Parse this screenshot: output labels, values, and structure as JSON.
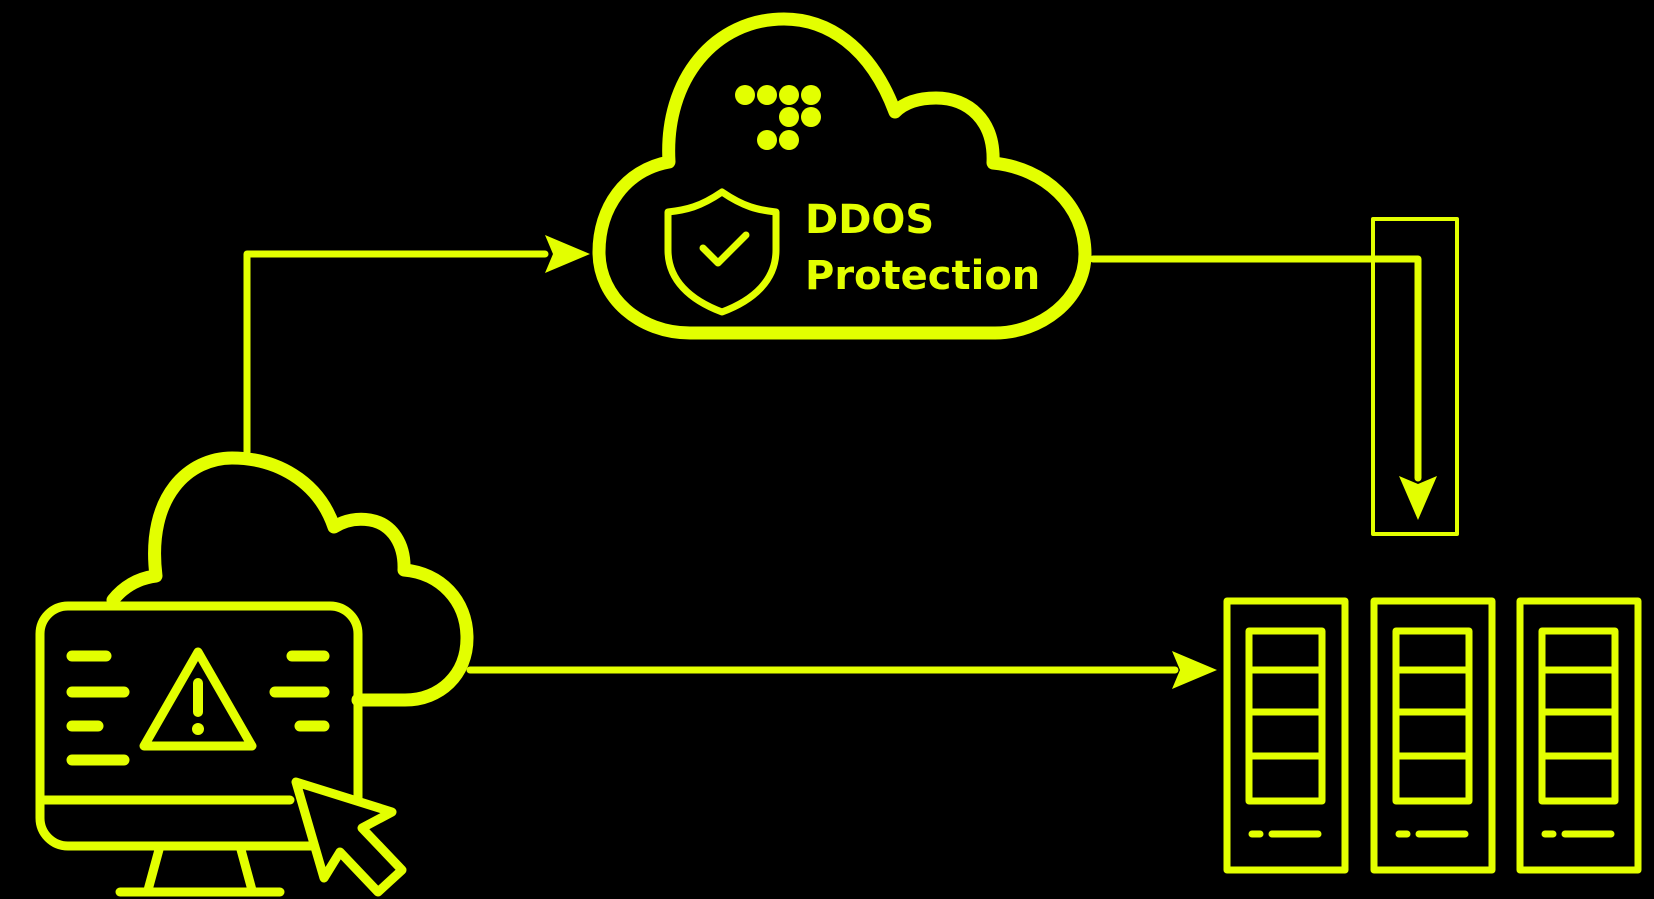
{
  "colors": {
    "background": "#000000",
    "accent": "#e3ff00"
  },
  "cloud_service": {
    "label_line1": "DDOS",
    "label_line2": "Protection",
    "logo_icon": "dot-grid-logo-icon",
    "shield_icon": "shield-check-icon"
  },
  "client": {
    "icon": "attacked-computer-with-cloud-icon",
    "warning_icon": "warning-triangle-icon",
    "cursor_icon": "mouse-cursor-icon"
  },
  "servers": {
    "icon": "server-rack-icon",
    "count": 3
  },
  "connectors": [
    {
      "from": "client",
      "to": "cloud_service",
      "label": ""
    },
    {
      "from": "cloud_service",
      "to": "servers",
      "label": ""
    },
    {
      "from": "client",
      "to": "servers",
      "label": ""
    }
  ]
}
